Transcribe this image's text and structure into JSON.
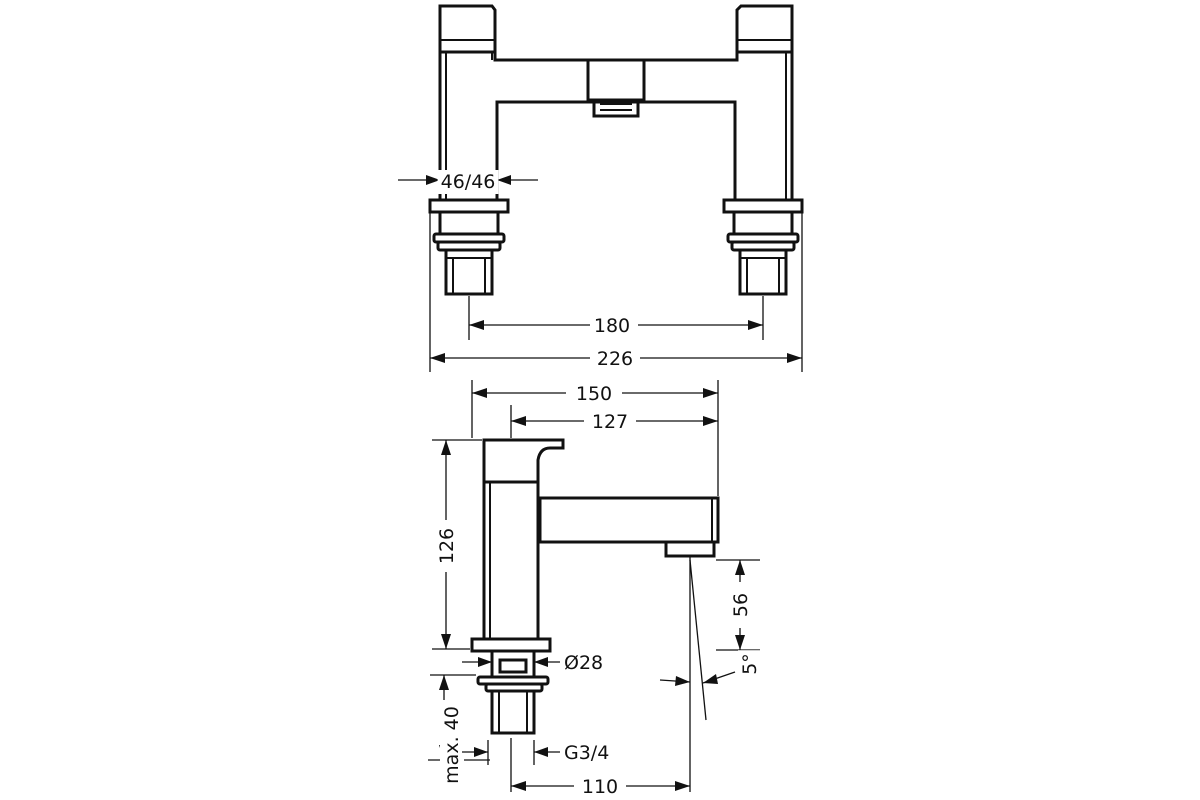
{
  "dimensions": {
    "handle_width": "46/46",
    "centers": "180",
    "overall_width": "226",
    "projection_overall": "150",
    "projection_spout": "127",
    "height": "126",
    "spout_clearance": "56",
    "diameter": "Ø28",
    "angle": "5°",
    "max_thickness": "max. 40",
    "thread": "G3/4",
    "spread": "110"
  }
}
